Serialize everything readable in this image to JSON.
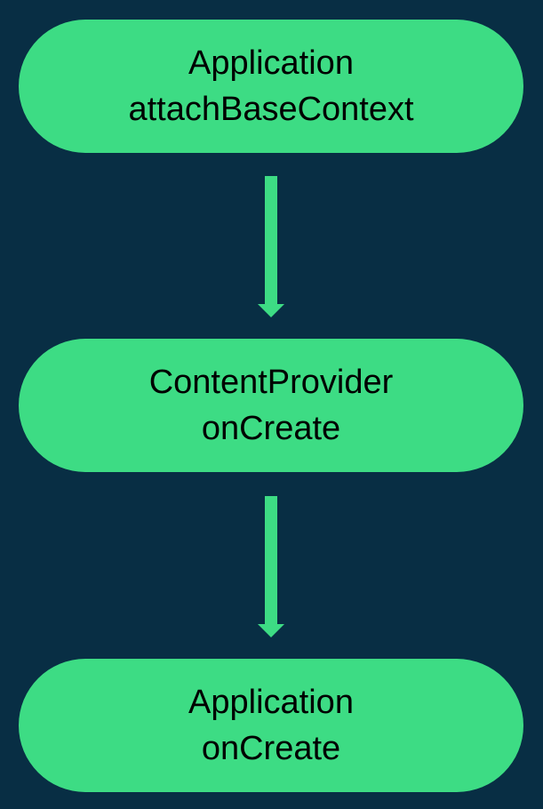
{
  "diagram": {
    "type": "flowchart",
    "colors": {
      "background": "#082e44",
      "node_fill": "#3ddc84",
      "arrow": "#3ddc84",
      "text": "#000000"
    },
    "nodes": [
      {
        "line1": "Application",
        "line2": "attachBaseContext"
      },
      {
        "line1": "ContentProvider",
        "line2": "onCreate"
      },
      {
        "line1": "Application",
        "line2": "onCreate"
      }
    ],
    "edges": [
      {
        "from": 0,
        "to": 1
      },
      {
        "from": 1,
        "to": 2
      }
    ]
  }
}
